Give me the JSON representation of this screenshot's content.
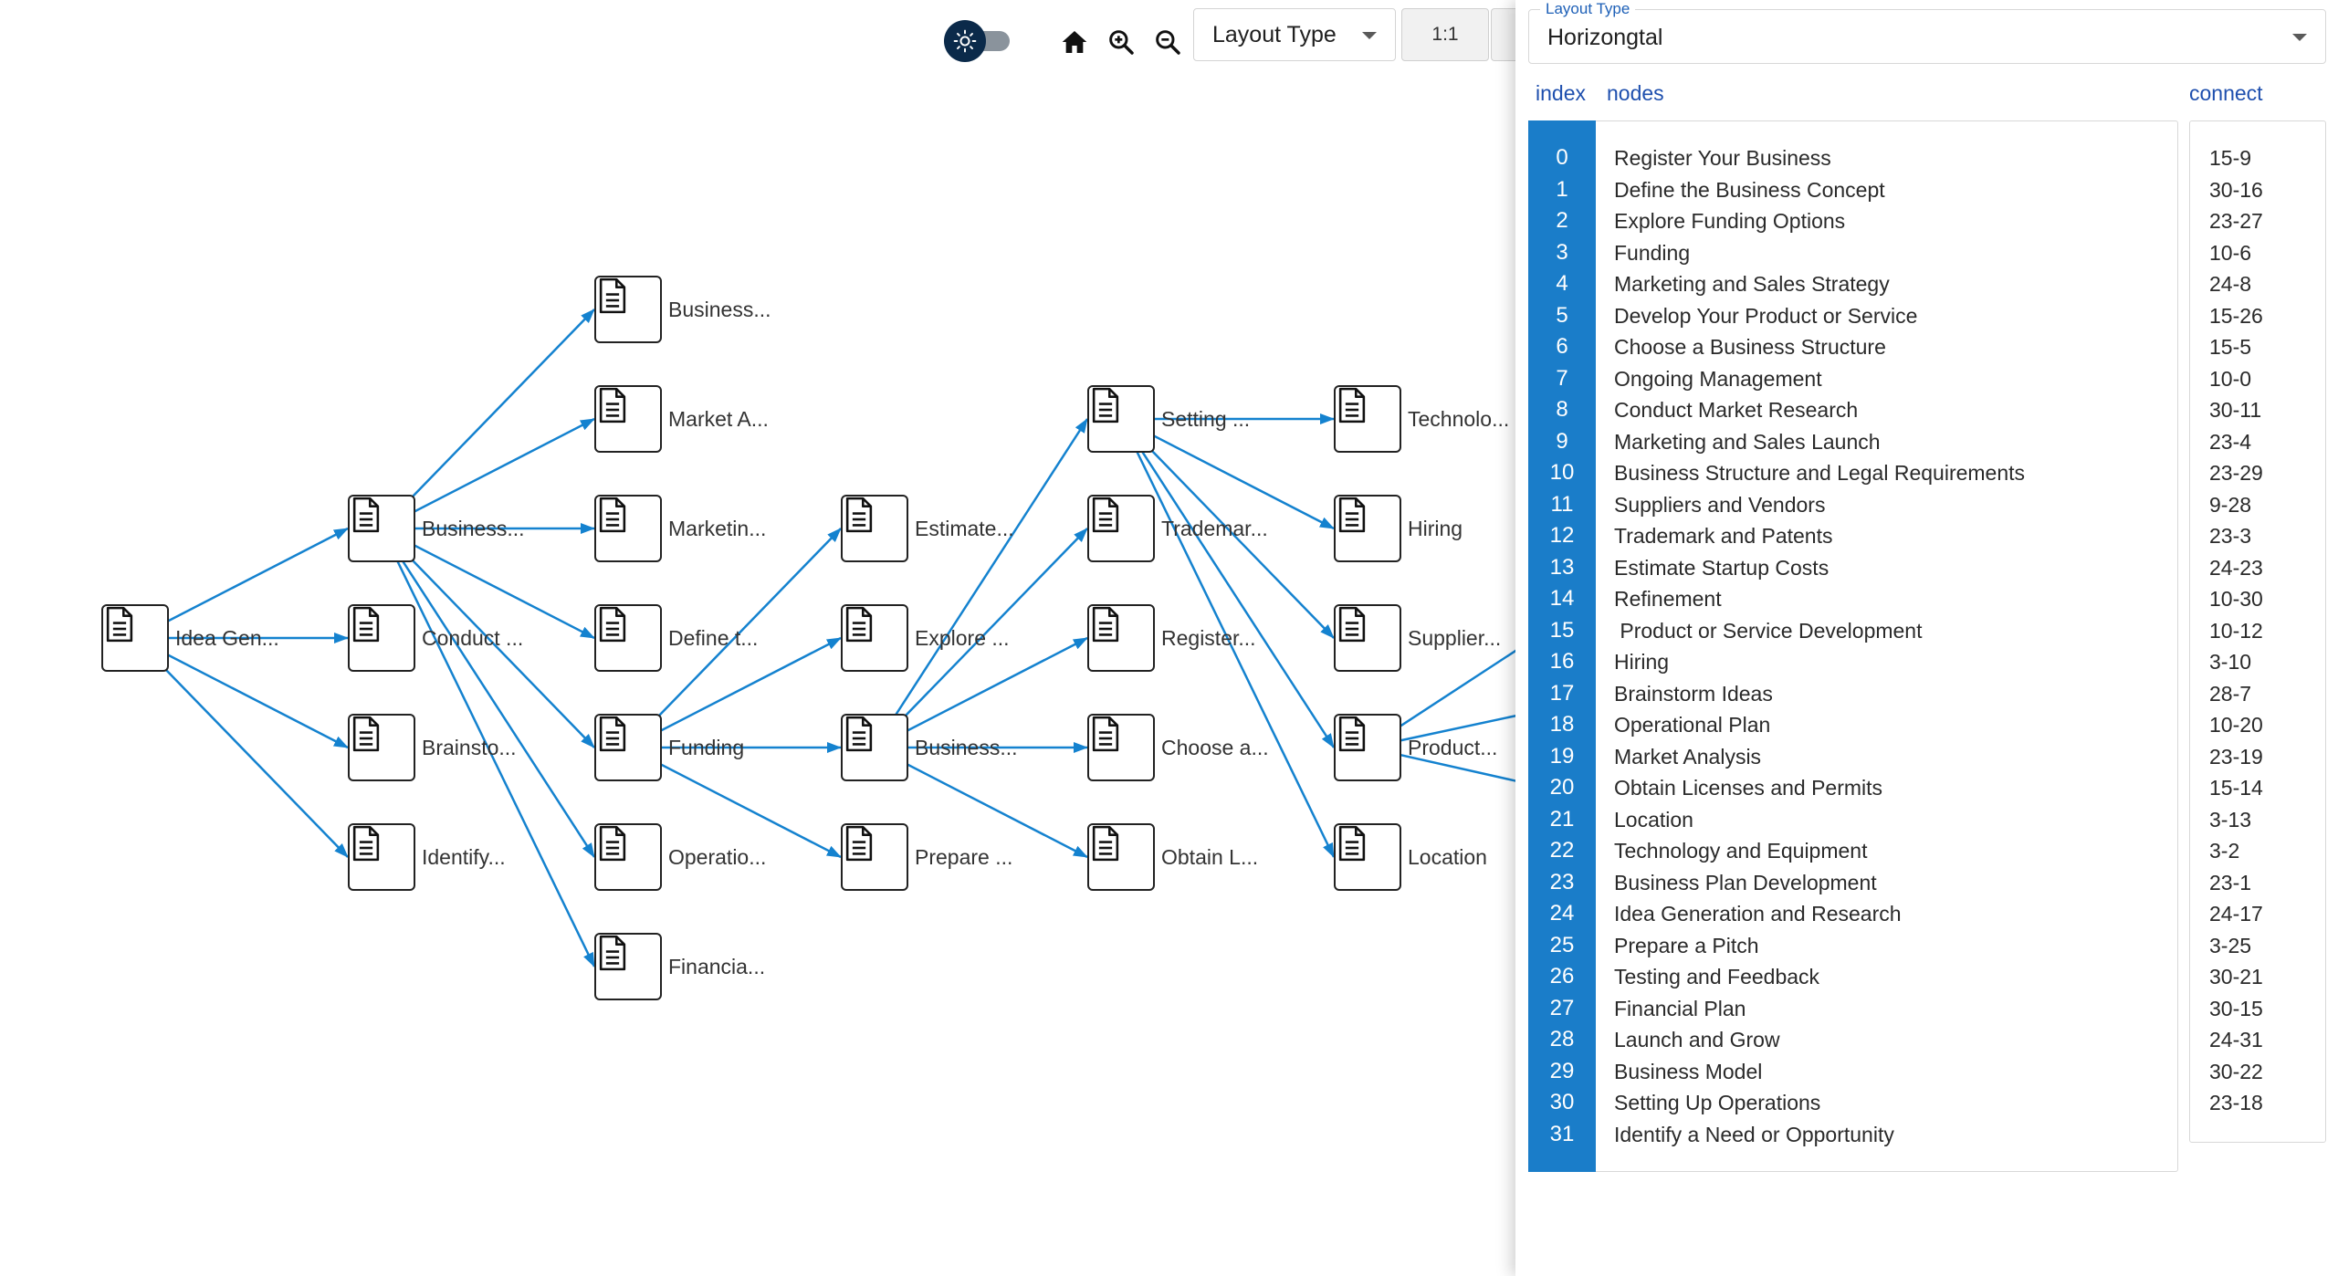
{
  "toolbar": {
    "layout_select_label": "Layout Type",
    "zoom_reset_label": "1:1",
    "icons": [
      "theme-toggle-sun-icon",
      "home-icon",
      "zoom-in-icon",
      "zoom-out-icon"
    ]
  },
  "panel": {
    "layout_legend": "Layout Type",
    "layout_value": "Horizongtal",
    "col_index": "index",
    "col_nodes": "nodes",
    "col_connect": "connect",
    "nodes": [
      "Register Your Business",
      "Define the Business Concept",
      "Explore Funding Options",
      "Funding",
      "Marketing and Sales Strategy",
      "Develop Your Product or Service",
      "Choose a Business Structure",
      "Ongoing Management",
      "Conduct Market Research",
      "Marketing and Sales Launch",
      "Business Structure and Legal Requirements",
      "Suppliers and Vendors",
      "Trademark and Patents",
      "Estimate Startup Costs",
      "Refinement",
      " Product or Service Development",
      "Hiring",
      "Brainstorm Ideas",
      "Operational Plan",
      "Market Analysis",
      "Obtain Licenses and Permits",
      "Location",
      "Technology and Equipment",
      "Business Plan Development",
      "Idea Generation and Research",
      "Prepare a Pitch",
      "Testing and Feedback",
      "Financial Plan",
      "Launch and Grow",
      "Business Model",
      "Setting Up Operations",
      "Identify a Need or Opportunity"
    ],
    "connects": [
      "15-9",
      "30-16",
      "23-27",
      "10-6",
      "24-8",
      "15-26",
      "15-5",
      "10-0",
      "30-11",
      "23-4",
      "23-29",
      "9-28",
      "23-3",
      "24-23",
      "10-30",
      "10-12",
      "3-10",
      "28-7",
      "10-20",
      "23-19",
      "15-14",
      "3-13",
      "3-2",
      "23-1",
      "24-17",
      "3-25",
      "30-21",
      "30-15",
      "24-31",
      "30-22",
      "23-18"
    ]
  },
  "graph": {
    "node_icon": "document-icon",
    "nodes": [
      {
        "id": 24,
        "label": "Idea Gen..."
      },
      {
        "id": 23,
        "label": "Business..."
      },
      {
        "id": 8,
        "label": "Conduct ..."
      },
      {
        "id": 17,
        "label": "Brainsto..."
      },
      {
        "id": 31,
        "label": "Identify..."
      },
      {
        "id": 29,
        "label": "Business..."
      },
      {
        "id": 19,
        "label": "Market A..."
      },
      {
        "id": 4,
        "label": "Marketin..."
      },
      {
        "id": 1,
        "label": "Define t..."
      },
      {
        "id": 3,
        "label": "Funding"
      },
      {
        "id": 18,
        "label": "Operatio..."
      },
      {
        "id": 27,
        "label": "Financia..."
      },
      {
        "id": 13,
        "label": "Estimate..."
      },
      {
        "id": 2,
        "label": "Explore ..."
      },
      {
        "id": 10,
        "label": "Business..."
      },
      {
        "id": 25,
        "label": "Prepare ..."
      },
      {
        "id": 30,
        "label": "Setting ..."
      },
      {
        "id": 12,
        "label": "Trademar..."
      },
      {
        "id": 0,
        "label": "Register..."
      },
      {
        "id": 6,
        "label": "Choose a..."
      },
      {
        "id": 20,
        "label": "Obtain L..."
      },
      {
        "id": 22,
        "label": "Technolo..."
      },
      {
        "id": 16,
        "label": "Hiring"
      },
      {
        "id": 11,
        "label": "Supplier..."
      },
      {
        "id": 15,
        "label": "Product..."
      },
      {
        "id": 21,
        "label": "Location"
      }
    ]
  }
}
